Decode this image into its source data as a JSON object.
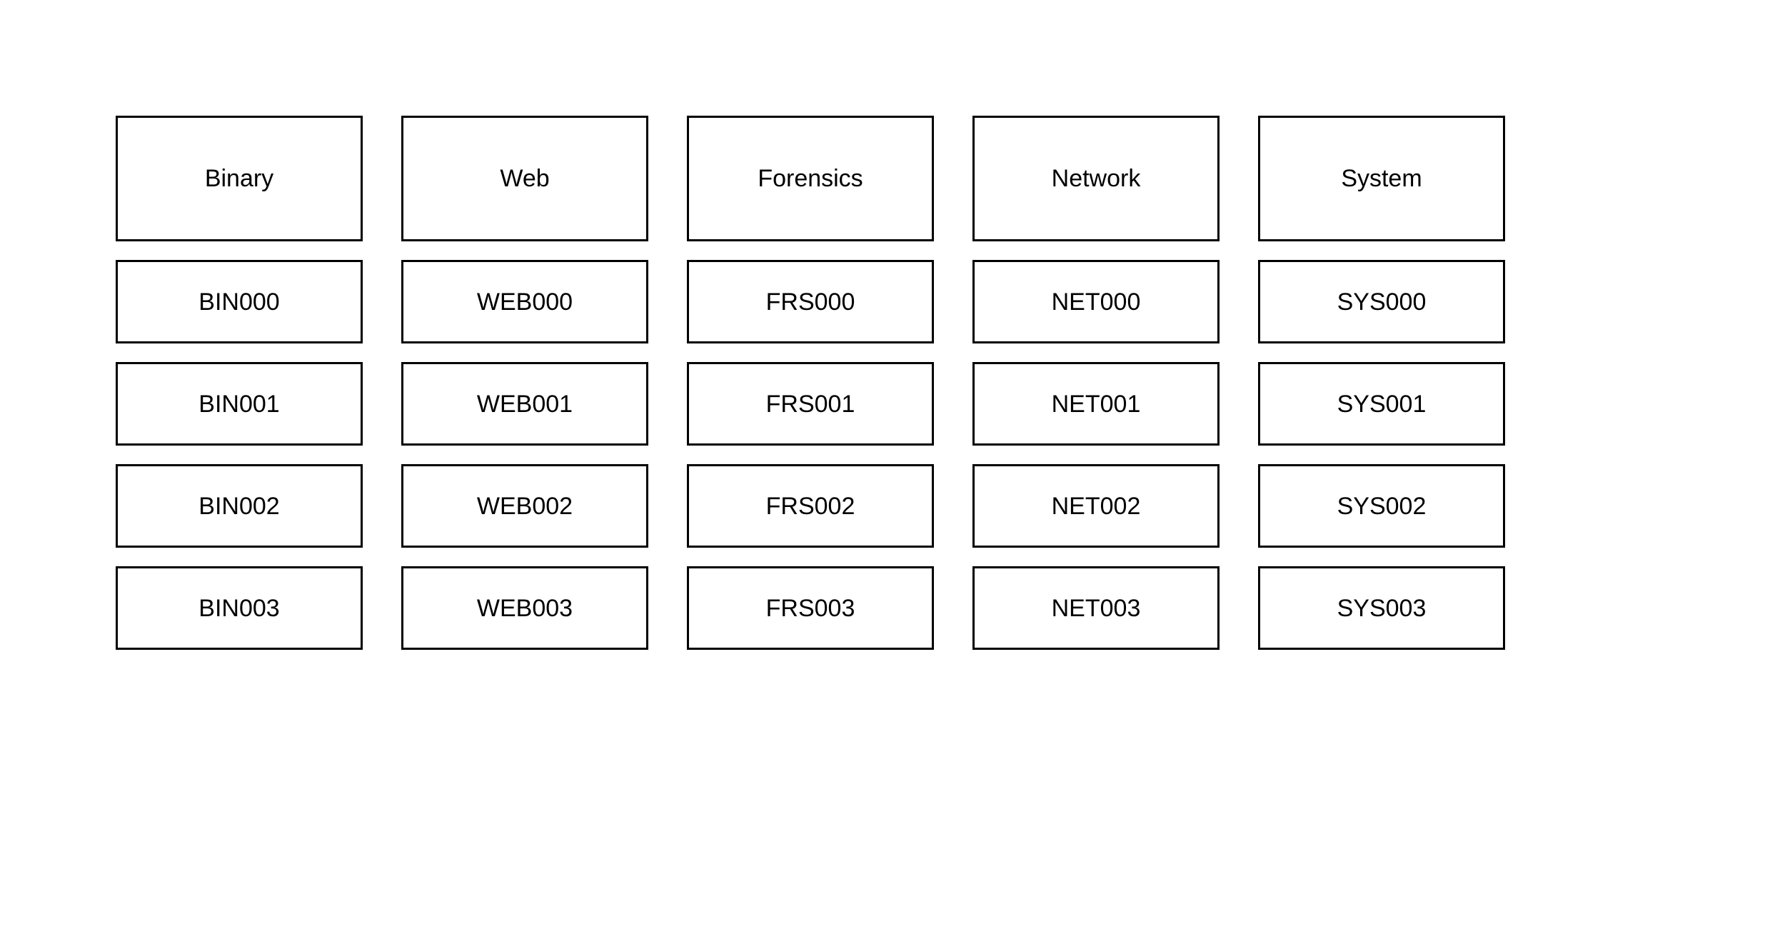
{
  "categories": [
    {
      "name": "Binary",
      "items": [
        "BIN000",
        "BIN001",
        "BIN002",
        "BIN003"
      ]
    },
    {
      "name": "Web",
      "items": [
        "WEB000",
        "WEB001",
        "WEB002",
        "WEB003"
      ]
    },
    {
      "name": "Forensics",
      "items": [
        "FRS000",
        "FRS001",
        "FRS002",
        "FRS003"
      ]
    },
    {
      "name": "Network",
      "items": [
        "NET000",
        "NET001",
        "NET002",
        "NET003"
      ]
    },
    {
      "name": "System",
      "items": [
        "SYS000",
        "SYS001",
        "SYS002",
        "SYS003"
      ]
    }
  ]
}
